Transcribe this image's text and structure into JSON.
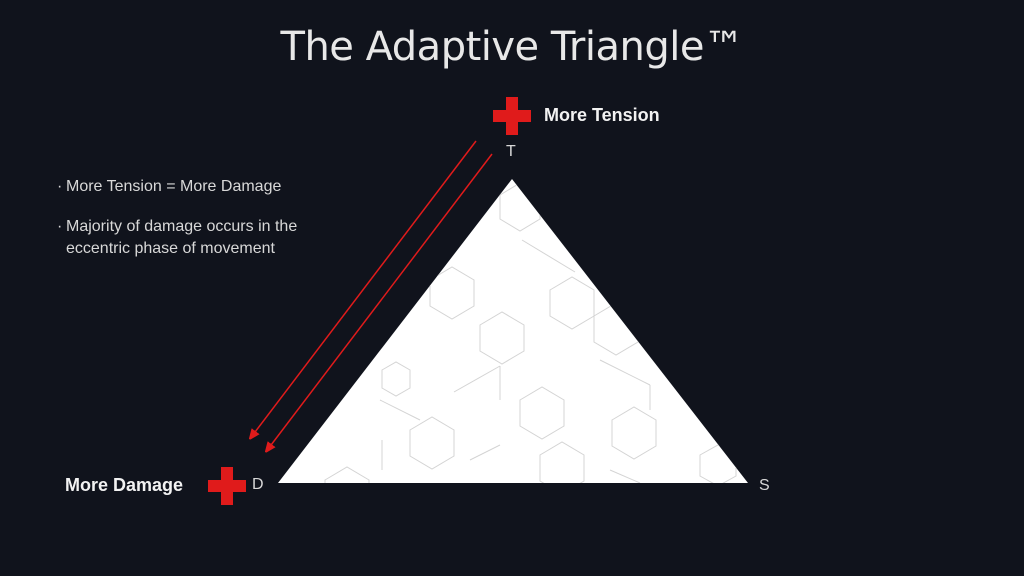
{
  "slide": {
    "title": "The Adaptive Triangle™",
    "bullets": [
      {
        "marker": "·",
        "text": "More Tension = More Damage"
      },
      {
        "marker": "·",
        "text": "Majority of damage occurs in the eccentric phase of movement"
      }
    ]
  },
  "diagram": {
    "vertices": {
      "top": "T",
      "left": "D",
      "right": "S"
    },
    "labels": {
      "top": "More Tension",
      "left": "More Damage"
    },
    "icons": {
      "top": "plus-icon",
      "left": "plus-icon"
    },
    "colors": {
      "background": "#10131c",
      "accent": "#e01b1b",
      "triangle": "#ffffff",
      "hex_lines": "#d4d4d4"
    }
  }
}
